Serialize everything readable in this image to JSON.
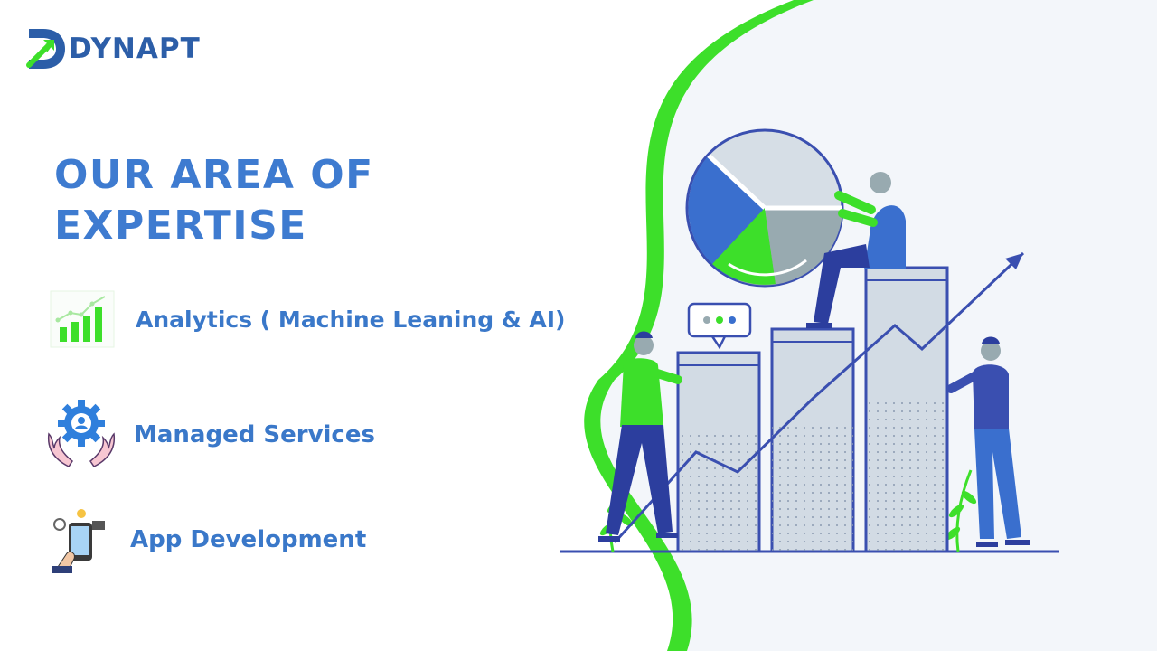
{
  "brand": {
    "name": "DYNAPT",
    "logo_icon": "dynapt-d-arrow-logo-icon",
    "primary_color": "#2c5ea8",
    "accent_color": "#3ddf2a"
  },
  "heading": {
    "line1": "OUR AREA OF",
    "line2": "EXPERTISE"
  },
  "services": [
    {
      "label": "Analytics ( Machine Leaning & AI)",
      "icon": "bar-chart-icon"
    },
    {
      "label": "Managed Services",
      "icon": "gear-hands-icon"
    },
    {
      "label": "App Development",
      "icon": "phone-in-hand-icon"
    }
  ],
  "colors": {
    "heading": "#3e7bd0",
    "label": "#3a78c9",
    "green": "#3ddf2a",
    "navy": "#2c3e9e",
    "bar_fill": "#d2dbe4",
    "panel_bg": "#f3f6fa"
  }
}
